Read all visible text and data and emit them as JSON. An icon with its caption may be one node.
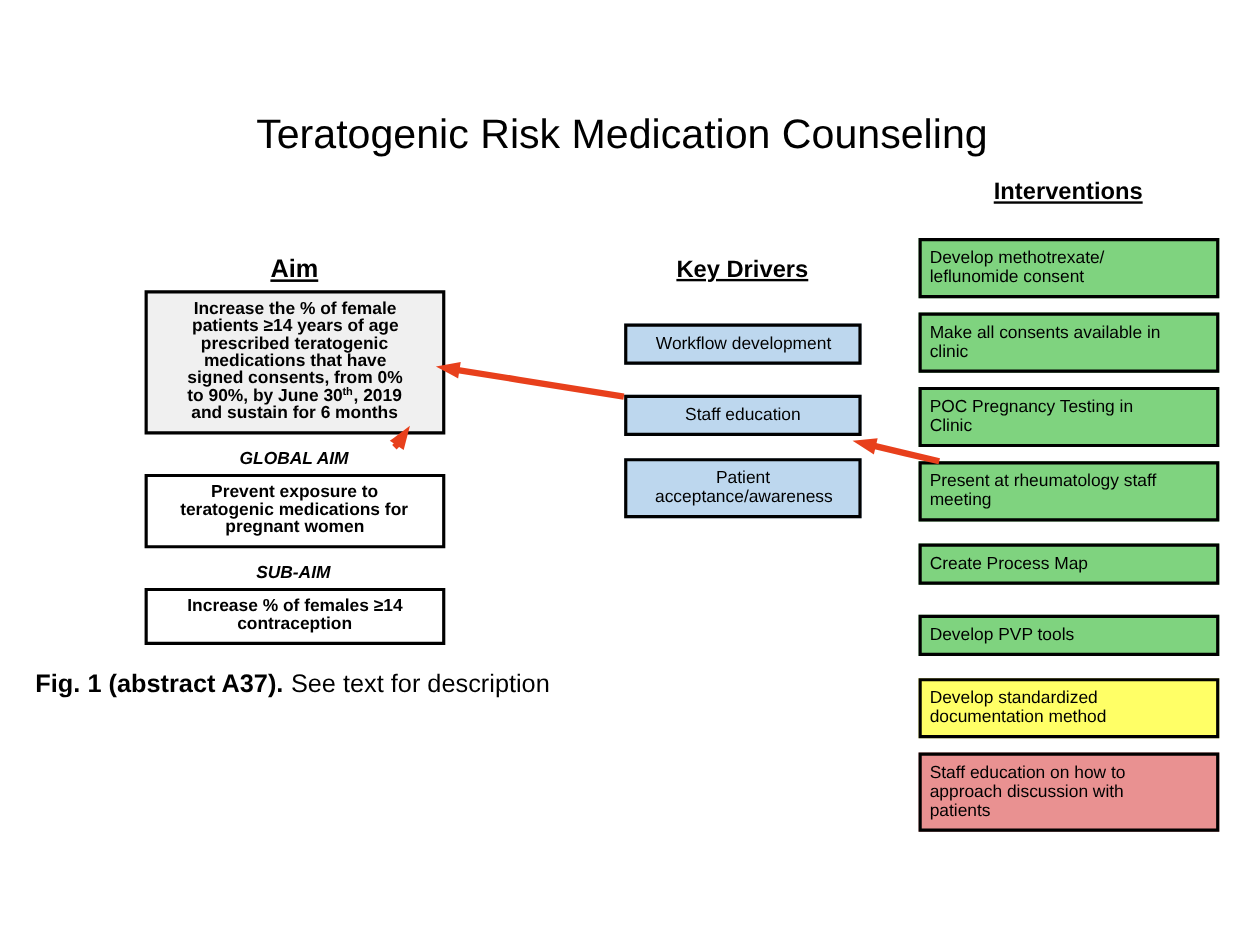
{
  "diagram": {
    "title": "Teratogenic Risk Medication Counseling",
    "caption": "**Fig. 1 (abstract A37).** See text for description",
    "nodes": [
      {
        "text": [
          "Aim",
          "Increase the % of female patients ≥14 years of age prescribed teratogenic medications that have signed consents, from 0% to 90%, by June 30$^{th}$, 2019 and sustain for 6 months"
        ]
      },
      {
        "text": [
          "GLOBAL AIM",
          "Prevent exposure to teratogenic medications for pregnant women"
        ]
      },
      {
        "text": [
          "SUB-AIM",
          "Increase % of females ≥14 contraception"
        ]
      },
      {
        "text": [
          "Workflow development"
        ]
      },
      {
        "text": [
          "Staff education"
        ]
      },
      {
        "text": [
          "Patient acceptance/awareness"
        ]
      },
      {
        "text": [
          "Develop methotrexate/ leflunomide consent"
        ]
      },
      {
        "text": [
          "Make all consents available in clinic"
        ]
      },
      {
        "text": [
          "POC Pregnancy Testing in Clinic"
        ]
      },
      {
        "text": [
          "Present at rheumatology staff meeting"
        ]
      },
      {
        "text": [
          "Create Process Map"
        ]
      },
      {
        "text": [
          "Develop PVP tools"
        ]
      },
      {
        "text": [
          "Develop standardized documentation method"
        ]
      },
      {
        "text": [
          "Staff education on how to approach discussion with patients"
        ]
      }
    ],
    "edges": [
      {
        "from": 9,
        "to": 4,
        "arrow": "to"
      },
      {
        "from": 4,
        "to": 0,
        "arrow": "to"
      },
      {
        "from": 1,
        "to": 0,
        "arrow": "to"
      }
    ],
    "labels": [
      "Key Drivers",
      "Interventions"
    ]
  }
}
